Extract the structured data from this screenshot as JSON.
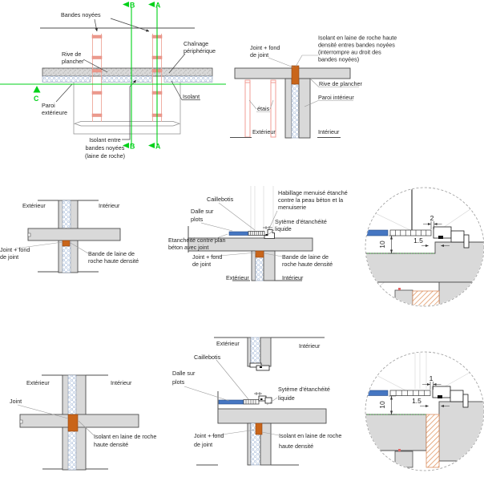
{
  "colors": {
    "section_green": "#00d119",
    "etancheite_green": "#3fa63f",
    "joint_orange": "#c9651a",
    "hatch_orange": "#e0935e",
    "bande_pink": "#f0a195",
    "concrete_gray": "#d9d9d9",
    "dalle_blue": "#4576c2",
    "insulation_blue": "#9db4d6"
  },
  "fig_plan": {
    "bandes_noyees": "Bandes noyées",
    "marker_a": "A",
    "marker_b": "B",
    "marker_c": "C",
    "rive": [
      "Rive de",
      "plancher"
    ],
    "chainage": [
      "Chaînage",
      "périphérique"
    ],
    "isolant": "Isolant",
    "paroi_ext": [
      "Paroi",
      "extérieure"
    ],
    "isolant_entre": [
      "Isolant entre",
      "bandes noyées",
      "(laine de roche)"
    ]
  },
  "fig_section": {
    "joint": [
      "Joint + fond",
      "de joint"
    ],
    "isolant": [
      "Isolant en laine de roche haute",
      "densité entres bandes noyées",
      "(interrompre au droit des",
      "bandes noyées)"
    ],
    "rive": "Rive de plancher",
    "paroi_int": "Paroi intérieur",
    "etais": "étais",
    "exterieur": "Extérieur",
    "interieur": "Intérieur"
  },
  "fig_joint_courant": {
    "exterieur": "Extérieur",
    "interieur": "Intérieur",
    "joint": [
      "Joint + fond",
      "de joint"
    ],
    "bande": [
      "Bande de laine de",
      "roche haute densité"
    ]
  },
  "fig_terrasse": {
    "caillebotis": "Caillebotis",
    "habillage": [
      "Habillage menuisé étanché",
      "contre la peau béton et la",
      "menuiserie"
    ],
    "dalle": [
      "Dalle sur",
      "plots"
    ],
    "systeme": [
      "Sytème d'étanchéité",
      "liquide"
    ],
    "etancheite": [
      "Etanchéité contre plan",
      "béton avec joint"
    ],
    "joint": [
      "Joint + fond",
      "de joint"
    ],
    "bande": [
      "Bande de laine de",
      "roche haute densité"
    ],
    "exterieur": "Extérieur",
    "interieur": "Intérieur"
  },
  "fig_detail_haut": {
    "dim_2": "2",
    "dim_15": "1.5",
    "dim_10": "10"
  },
  "fig_joint_isolant": {
    "exterieur": "Extérieur",
    "interieur": "Intérieur",
    "joint": "Joint",
    "isolant": [
      "Isolant en laine de roche",
      "haute densité"
    ]
  },
  "fig_terrasse2": {
    "exterieur": "Extérieur",
    "interieur": "Intérieur",
    "caillebotis": "Caillebotis",
    "dalle": [
      "Dalle sur",
      "plots"
    ],
    "systeme": [
      "Sytème d'étanchéité",
      "liquide"
    ],
    "joint": [
      "Joint + fond",
      "de joint"
    ],
    "isolant": [
      "Isolant en laine de roche",
      "haute densité"
    ]
  },
  "fig_detail_bas": {
    "dim_1": "1",
    "dim_15": "1.5",
    "dim_10": "10"
  }
}
